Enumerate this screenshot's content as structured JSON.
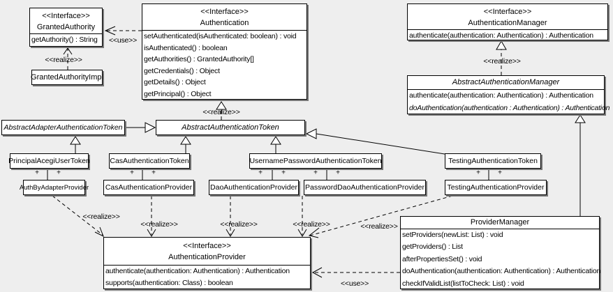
{
  "colors": {
    "background": "#eeeeee",
    "box_fill": "#ffffff",
    "border": "#000000",
    "shadow": "#777777"
  },
  "labels": {
    "use": "<<use>>",
    "realize": "<<realize>>",
    "plus": "+"
  },
  "classes": {
    "granted_authority": {
      "stereotype": "<<Interface>>",
      "name": "GrantedAuthority",
      "methods": [
        "getAuthority() : String"
      ]
    },
    "granted_authority_impl": {
      "name": "GrantedAuthorityImpl"
    },
    "authentication": {
      "stereotype": "<<Interface>>",
      "name": "Authentication",
      "methods": [
        "setAuthenticated(isAuthenticated: boolean) : void",
        "isAuthenticated() : boolean",
        "getAuthorities() : GrantedAuthority[]",
        "getCredentials() : Object",
        "getDetails() : Object",
        "getPrincipal() : Object"
      ]
    },
    "authentication_manager": {
      "stereotype": "<<Interface>>",
      "name": "AuthenticationManager",
      "methods": [
        "authenticate(authentication: Authentication) : Authentication"
      ]
    },
    "abstract_authentication_manager": {
      "name": "AbstractAuthenticationManager",
      "methods": [
        "authenticate(authentication: Authentication) : Authentication",
        "doAuthentication(authentication : Authentication) : Authentication"
      ]
    },
    "abstract_adapter_authentication_token": {
      "name": "AbstractAdapterAuthenticationToken"
    },
    "abstract_authentication_token": {
      "name": "AbstractAuthenticationToken"
    },
    "principal_acegi_user_token": {
      "name": "PrincipalAcegiUserToken"
    },
    "cas_authentication_token": {
      "name": "CasAuthenticationToken"
    },
    "username_password_authentication_token": {
      "name": "UsernamePasswordAuthenticationToken"
    },
    "testing_authentication_token": {
      "name": "TestingAuthenticationToken"
    },
    "auth_by_adapter_provider": {
      "name": "AuthByAdapterProvider"
    },
    "cas_authentication_provider": {
      "name": "CasAuthenticationProvider"
    },
    "dao_authentication_provider": {
      "name": "DaoAuthenticationProvider"
    },
    "password_dao_authentication_provider": {
      "name": "PasswordDaoAuthenticationProvider"
    },
    "testing_authentication_provider": {
      "name": "TestingAuthenticationProvider"
    },
    "provider_manager": {
      "name": "ProviderManager",
      "methods": [
        "setProviders(newList: List) : void",
        "getProviders() : List",
        "afterPropertiesSet() : void",
        "doAuthentication(authentication: Authentication) : Authentication",
        "checkIfValidList(listToCheck: List) : void"
      ]
    },
    "authentication_provider": {
      "stereotype": "<<Interface>>",
      "name": "AuthenticationProvider",
      "methods": [
        "authenticate(authentication: Authentication) : Authentication",
        "supports(authentication: Class) : boolean"
      ]
    }
  }
}
